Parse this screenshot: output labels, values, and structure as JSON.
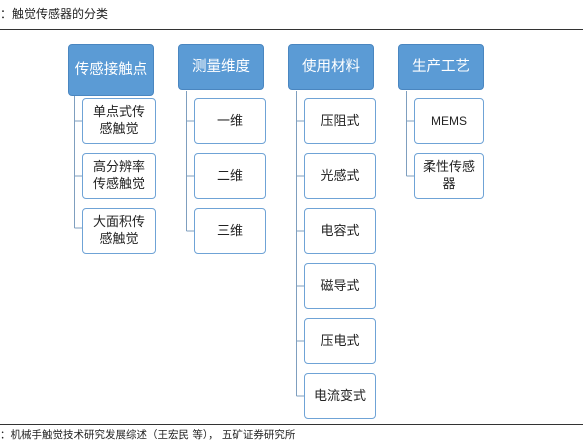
{
  "caption": {
    "title": "：触觉传感器的分类",
    "source": "：机械手触觉技术研究发展综述（王宏民 等）， 五矿证券研究所"
  },
  "colors": {
    "header_fill": "#5b9bd5",
    "header_border": "#4a86c0",
    "child_border": "#6fa3d6",
    "connector": "#7f9fbf"
  },
  "diagram": {
    "categories": [
      {
        "label": "传感接触点",
        "items": [
          "单点式传感触觉",
          "高分辨率传感触觉",
          "大面积传感触觉"
        ]
      },
      {
        "label": "测量维度",
        "items": [
          "一维",
          "二维",
          "三维"
        ]
      },
      {
        "label": "使用材料",
        "items": [
          "压阻式",
          "光感式",
          "电容式",
          "磁导式",
          "压电式",
          "电流变式"
        ]
      },
      {
        "label": "生产工艺",
        "items": [
          "MEMS",
          "柔性传感器"
        ]
      }
    ]
  }
}
